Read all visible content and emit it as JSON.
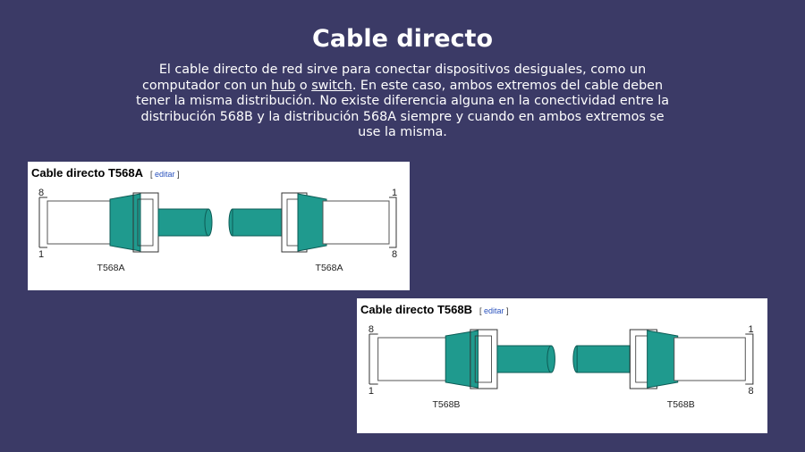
{
  "slide": {
    "title": "Cable directo",
    "paragraph": {
      "part1": "El cable directo de red sirve para conectar dispositivos desiguales, como un computador con un ",
      "link_hub": "hub",
      "part2": " o ",
      "link_switch": "switch",
      "part3": ". En este caso, ambos extremos del cable deben tener la misma distribución. No existe diferencia alguna en la conectividad entre la distribución 568B y la distribución 568A siempre y cuando en ambos extremos se use la misma."
    }
  },
  "diagrams": [
    {
      "title": "Cable directo T568A",
      "edit_open": "[ ",
      "edit_link": "editar",
      "edit_close": " ]",
      "left_pin_top": "8",
      "left_pin_bottom": "1",
      "right_pin_top": "1",
      "right_pin_bottom": "8",
      "left_label": "T568A",
      "right_label": "T568A",
      "wire_colors_pin1_to_8": [
        "#e8e8d0",
        "#2e9a3c",
        "#e8e8d0",
        "#2b5fb6",
        "#e8e8d0",
        "#e07a1e",
        "#e8e8d0",
        "#7a3b1d"
      ]
    },
    {
      "title": "Cable directo T568B",
      "edit_open": "[ ",
      "edit_link": "editar",
      "edit_close": " ]",
      "left_pin_top": "8",
      "left_pin_bottom": "1",
      "right_pin_top": "1",
      "right_pin_bottom": "8",
      "left_label": "T568B",
      "right_label": "T568B",
      "wire_colors_pin1_to_8": [
        "#e8e8d0",
        "#e07a1e",
        "#e8e8d0",
        "#2b5fb6",
        "#e8e8d0",
        "#2e9a3c",
        "#e8e8d0",
        "#7a3b1d"
      ]
    }
  ],
  "colors": {
    "background": "#3b3a66",
    "cable": "#1f9a8e",
    "stripe": "#e8d46a"
  }
}
